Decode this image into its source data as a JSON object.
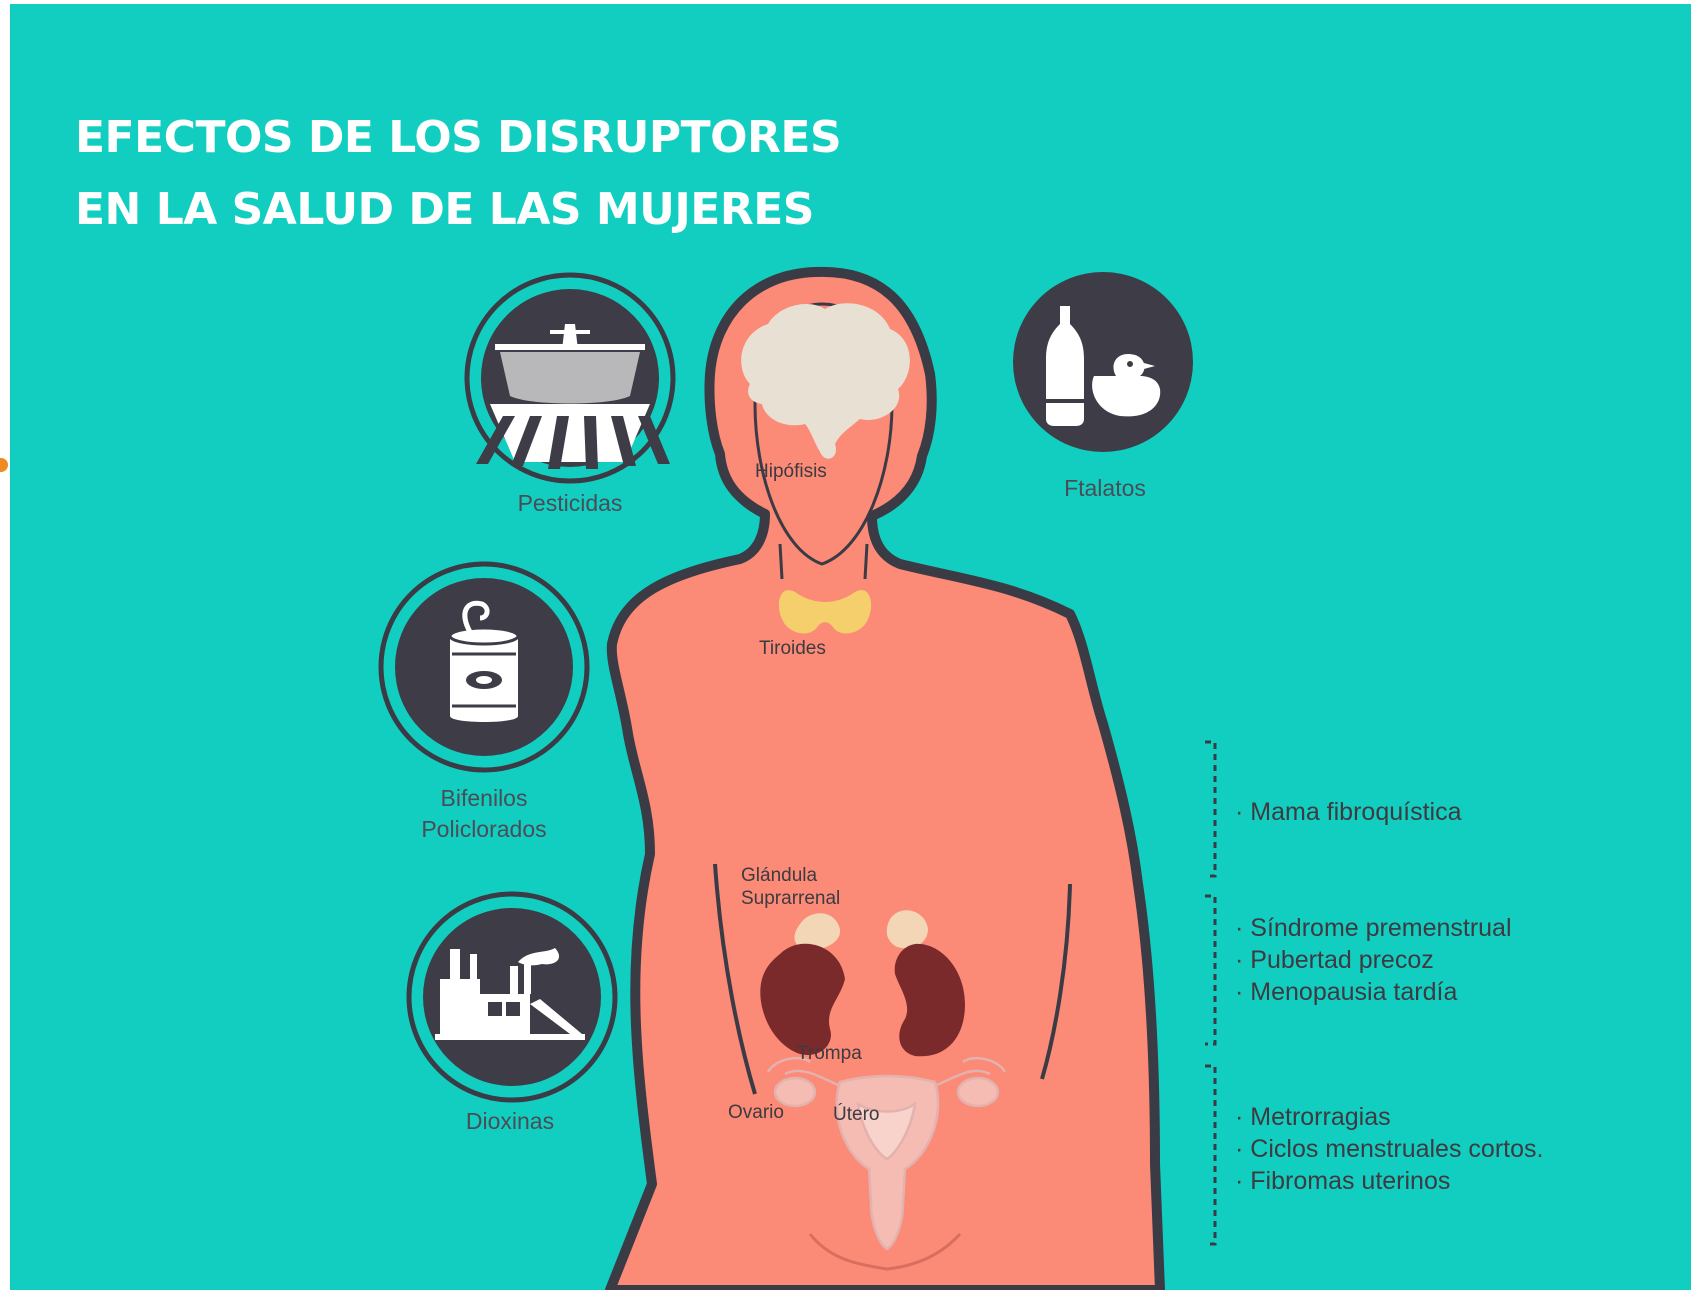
{
  "title": {
    "line1": "EFECTOS DE LOS DISRUPTORES",
    "line2": "EN LA SALUD DE LAS MUJERES"
  },
  "organs": {
    "hipofisis": "Hipófisis",
    "tiroides": "Tiroides",
    "glandula_line1": "Glándula",
    "glandula_line2": "Suprarrenal",
    "trompa": "Trompa",
    "ovario": "Ovario",
    "utero": "Útero"
  },
  "chemicals": {
    "pesticidas": {
      "label": "Pesticidas",
      "icon": "crop-duster-plane-icon"
    },
    "ftalatos": {
      "label": "Ftalatos",
      "icon": "bottle-and-duck-icon"
    },
    "bifenilos": {
      "line1": "Bifenilos",
      "line2": "Policlorados",
      "icon": "tin-can-icon"
    },
    "dioxinas": {
      "label": "Dioxinas",
      "icon": "factory-icon"
    }
  },
  "effects": {
    "group1": [
      "Mama fibroquística"
    ],
    "group2": [
      "Síndrome premenstrual",
      "Pubertad precoz",
      "Menopausia tardía"
    ],
    "group3": [
      "Metrorragias",
      "Ciclos menstruales cortos.",
      "Fibromas uterinos"
    ]
  },
  "colors": {
    "background": "#12cec0",
    "body": "#fb8a77",
    "outline": "#3b3b45",
    "icon_circle": "#3e3c46",
    "brain": "#e9e0d4",
    "thyroid": "#f5cf6c",
    "kidney": "#7a2a2b",
    "adrenal": "#f2d6b6"
  }
}
